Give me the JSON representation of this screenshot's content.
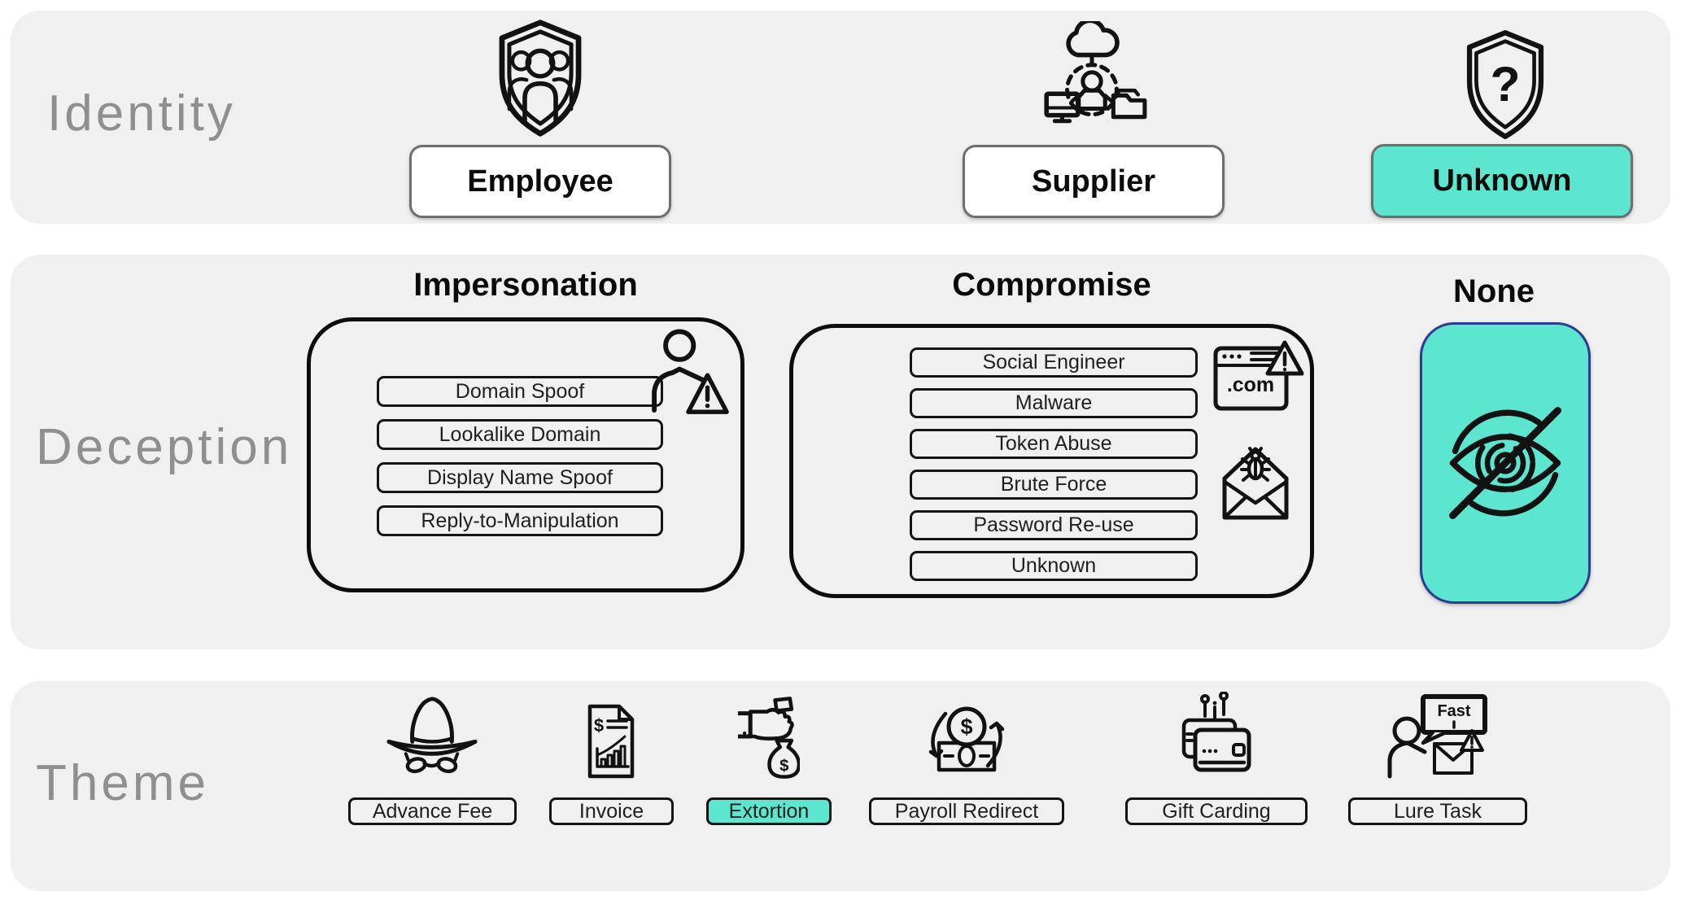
{
  "colors": {
    "band_bg": "#f0f0f0",
    "accent_teal": "#5ce5cf",
    "none_card_border": "#2b3d8f",
    "icon_stroke": "#121212",
    "row_label_gray": "#8f8f8f"
  },
  "rows": {
    "identity": {
      "label": "Identity",
      "items": [
        {
          "label": "Employee",
          "icon": "shield-people-icon",
          "highlighted": false
        },
        {
          "label": "Supplier",
          "icon": "cloud-person-network-icon",
          "highlighted": false
        },
        {
          "label": "Unknown",
          "icon": "shield-question-icon",
          "highlighted": true
        }
      ]
    },
    "deception": {
      "label": "Deception",
      "groups": [
        {
          "title": "Impersonation",
          "icon": "person-warning-icon",
          "buttons": [
            "Domain Spoof",
            "Lookalike Domain",
            "Display Name Spoof",
            "Reply-to-Manipulation"
          ]
        },
        {
          "title": "Compromise",
          "icons": [
            "browser-com-warning-icon",
            "envelope-bug-icon"
          ],
          "buttons": [
            "Social Engineer",
            "Malware",
            "Token Abuse",
            "Brute Force",
            "Password Re-use",
            "Unknown"
          ]
        },
        {
          "title": "None",
          "icon": "hidden-eye-icon",
          "highlighted": true
        }
      ]
    },
    "theme": {
      "label": "Theme",
      "items": [
        {
          "label": "Advance Fee",
          "icon": "spy-icon",
          "highlighted": false
        },
        {
          "label": "Invoice",
          "icon": "invoice-document-icon",
          "highlighted": false
        },
        {
          "label": "Extortion",
          "icon": "fist-money-bag-icon",
          "highlighted": true
        },
        {
          "label": "Payroll Redirect",
          "icon": "money-cycle-icon",
          "highlighted": false
        },
        {
          "label": "Gift Carding",
          "icon": "gift-cards-icon",
          "highlighted": false
        },
        {
          "label": "Lure Task",
          "icon": "person-task-message-icon",
          "highlighted": false,
          "bubble_text": "Fast"
        }
      ]
    }
  },
  "icon_texts": {
    "question": "?",
    "com": ".com",
    "dollar": "$",
    "fast": "Fast"
  }
}
